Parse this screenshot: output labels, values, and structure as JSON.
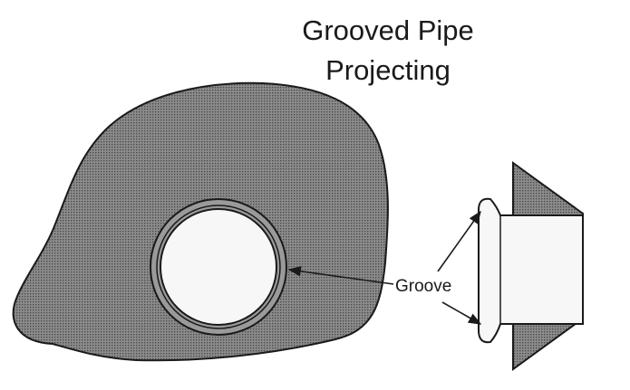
{
  "title": {
    "line1": "Grooved Pipe",
    "line2": "Projecting"
  },
  "labels": {
    "groove": "Groove"
  },
  "colors": {
    "hatch_fill": "#8c8c8c",
    "hatch_dot": "#4a4a4a",
    "outline": "#1a1a1a",
    "pipe_ring": "#9a9a9a",
    "pipe_face": "#f7f7f7",
    "background": "#ffffff"
  }
}
